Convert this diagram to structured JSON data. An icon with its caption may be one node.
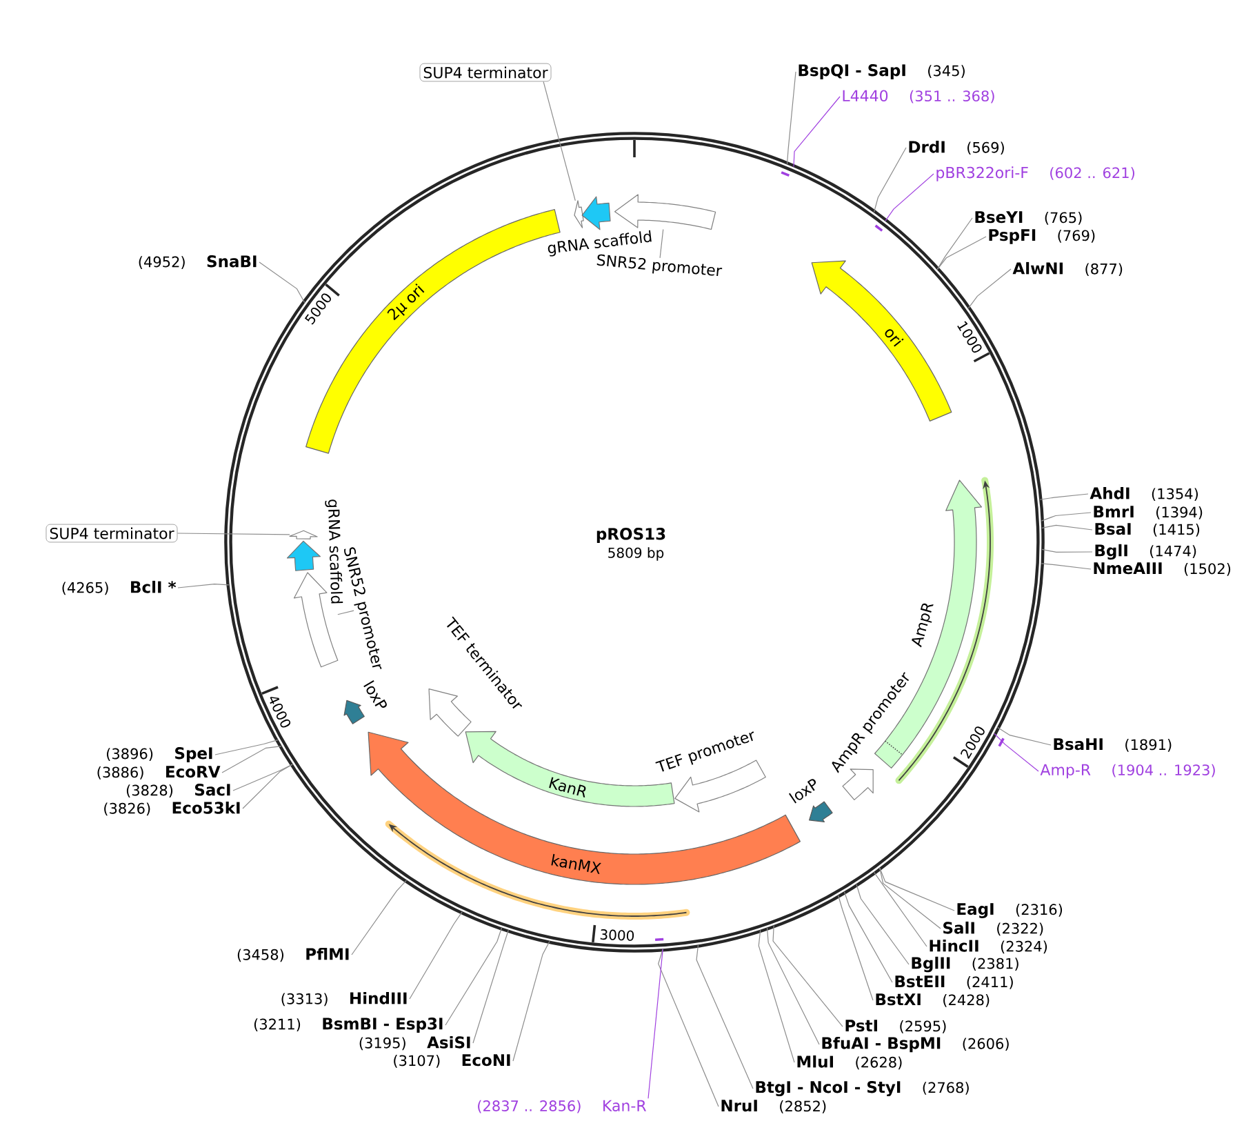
{
  "diagram": {
    "title": "pROS13",
    "nodes": [
      {
        "text": [],
        "shape": "circle"
      },
      {
        "text": [
          "SUP4 terminator"
        ]
      },
      {
        "text": [],
        "shape": "arrow",
        "in": 0
      },
      {
        "text": [
          "gRNA scaffold"
        ],
        "in": 0
      },
      {
        "text": [],
        "shape": "arrow",
        "in": 0
      },
      {
        "text": [
          "SNR52 promoter"
        ],
        "in": 0
      },
      {
        "text": [
          "ori"
        ],
        "in": 0
      },
      {
        "text": [
          "AmpR"
        ],
        "in": 0
      },
      {
        "text": [
          "AmpR promoter"
        ],
        "in": 0
      },
      {
        "text": [
          "loxP"
        ],
        "in": 0
      },
      {
        "text": [
          "TEF promoter"
        ],
        "in": 0
      },
      {
        "text": [
          "KanR"
        ],
        "in": 0
      },
      {
        "text": [
          "kanMX"
        ],
        "in": 0
      },
      {
        "text": [
          "TEF terminator"
        ],
        "in": 0
      },
      {
        "text": [
          "loxP"
        ],
        "in": 0
      },
      {
        "text": [],
        "shape": "arrow",
        "in": 0
      },
      {
        "text": [
          "SNR52 promoter"
        ],
        "in": 0
      },
      {
        "text": [
          "gRNA scaffold"
        ],
        "in": 0
      },
      {
        "text": [],
        "shape": "arrow",
        "in": 0
      },
      {
        "text": [
          "SUP4 terminator"
        ]
      },
      {
        "text": [
          "2μ ori"
        ],
        "in": 0
      },
      {
        "text": [
          "BspQI - SapI",
          "(345)"
        ]
      },
      {
        "text": [
          "L4440",
          "(351 .. 368)"
        ]
      },
      {
        "text": [
          "DrdI",
          "(569)"
        ]
      },
      {
        "text": [
          "pBR322ori-F",
          "(602 .. 621)"
        ]
      },
      {
        "text": [
          "BseYI",
          "(765)"
        ]
      },
      {
        "text": [
          "PspFI",
          "(769)"
        ]
      },
      {
        "text": [
          "AlwNI",
          "(877)"
        ]
      },
      {
        "text": [
          "AhdI",
          "(1354)"
        ]
      },
      {
        "text": [
          "BmrI",
          "(1394)"
        ]
      },
      {
        "text": [
          "BsaI",
          "(1415)"
        ]
      },
      {
        "text": [
          "BglI",
          "(1474)"
        ]
      },
      {
        "text": [
          "NmeAIII",
          "(1502)"
        ]
      },
      {
        "text": [
          "BsaHI",
          "(1891)"
        ]
      },
      {
        "text": [
          "Amp-R",
          "(1904 .. 1923)"
        ]
      },
      {
        "text": [
          "EagI",
          "(2316)"
        ]
      },
      {
        "text": [
          "SalI",
          "(2322)"
        ]
      },
      {
        "text": [
          "HincII",
          "(2324)"
        ]
      },
      {
        "text": [
          "BglII",
          "(2381)"
        ]
      },
      {
        "text": [
          "BstEII",
          "(2411)"
        ]
      },
      {
        "text": [
          "BstXI",
          "(2428)"
        ]
      },
      {
        "text": [
          "PstI",
          "(2595)"
        ]
      },
      {
        "text": [
          "BfuAI - BspMI",
          "(2606)"
        ]
      },
      {
        "text": [
          "MluI",
          "(2628)"
        ]
      },
      {
        "text": [
          "BtgI - NcoI - StyI",
          "(2768)"
        ]
      },
      {
        "text": [
          "NruI",
          "(2852)"
        ]
      },
      {
        "text": [
          "(2837 .. 2856)",
          "Kan-R"
        ]
      },
      {
        "text": [
          "(3107)",
          "EcoNI"
        ]
      },
      {
        "text": [
          "(3195)",
          "AsiSI"
        ]
      },
      {
        "text": [
          "(3211)",
          "BsmBI - Esp3I"
        ]
      },
      {
        "text": [
          "(3313)",
          "HindIII"
        ]
      },
      {
        "text": [
          "(3458)",
          "PflMI"
        ]
      },
      {
        "text": [
          "(3826)",
          "Eco53kI"
        ]
      },
      {
        "text": [
          "(3828)",
          "SacI"
        ]
      },
      {
        "text": [
          "(3886)",
          "EcoRV"
        ]
      },
      {
        "text": [
          "(3896)",
          "SpeI"
        ]
      },
      {
        "text": [
          "(4265)",
          "BclI *"
        ]
      },
      {
        "text": [
          "(4952)",
          "SnaBI"
        ]
      }
    ],
    "edges": [
      {
        "from": 1,
        "to": 2,
        "arrow": "none"
      },
      {
        "from": 5,
        "to": 4,
        "arrow": "none"
      },
      {
        "from": 16,
        "to": 15,
        "arrow": "none"
      },
      {
        "from": 19,
        "to": 18,
        "arrow": "none"
      },
      {
        "from": 21,
        "to": 0,
        "arrow": "none"
      },
      {
        "from": 22,
        "to": 0,
        "arrow": "none",
        "color": "#a040e0"
      },
      {
        "from": 23,
        "to": 0,
        "arrow": "none"
      },
      {
        "from": 24,
        "to": 0,
        "arrow": "none",
        "color": "#a040e0"
      },
      {
        "from": 25,
        "to": 0,
        "arrow": "none"
      },
      {
        "from": 26,
        "to": 0,
        "arrow": "none"
      },
      {
        "from": 27,
        "to": 0,
        "arrow": "none"
      },
      {
        "from": 28,
        "to": 0,
        "arrow": "none"
      },
      {
        "from": 29,
        "to": 0,
        "arrow": "none"
      },
      {
        "from": 30,
        "to": 0,
        "arrow": "none"
      },
      {
        "from": 31,
        "to": 0,
        "arrow": "none"
      },
      {
        "from": 32,
        "to": 0,
        "arrow": "none"
      },
      {
        "from": 33,
        "to": 0,
        "arrow": "none"
      },
      {
        "from": 34,
        "to": 0,
        "arrow": "none",
        "color": "#a040e0"
      },
      {
        "from": 35,
        "to": 0,
        "arrow": "none"
      },
      {
        "from": 36,
        "to": 0,
        "arrow": "none"
      },
      {
        "from": 37,
        "to": 0,
        "arrow": "none"
      },
      {
        "from": 38,
        "to": 0,
        "arrow": "none"
      },
      {
        "from": 39,
        "to": 0,
        "arrow": "none"
      },
      {
        "from": 40,
        "to": 0,
        "arrow": "none"
      },
      {
        "from": 41,
        "to": 0,
        "arrow": "none"
      },
      {
        "from": 42,
        "to": 0,
        "arrow": "none"
      },
      {
        "from": 43,
        "to": 0,
        "arrow": "none"
      },
      {
        "from": 44,
        "to": 0,
        "arrow": "none"
      },
      {
        "from": 45,
        "to": 0,
        "arrow": "none"
      },
      {
        "from": 46,
        "to": 0,
        "arrow": "none",
        "color": "#a040e0"
      },
      {
        "from": 47,
        "to": 0,
        "arrow": "none"
      },
      {
        "from": 48,
        "to": 0,
        "arrow": "none"
      },
      {
        "from": 49,
        "to": 0,
        "arrow": "none"
      },
      {
        "from": 50,
        "to": 0,
        "arrow": "none"
      },
      {
        "from": 51,
        "to": 0,
        "arrow": "none"
      },
      {
        "from": 52,
        "to": 0,
        "arrow": "none"
      },
      {
        "from": 53,
        "to": 0,
        "arrow": "none"
      },
      {
        "from": 54,
        "to": 0,
        "arrow": "none"
      },
      {
        "from": 55,
        "to": 0,
        "arrow": "none"
      },
      {
        "from": 56,
        "to": 0,
        "arrow": "none"
      },
      {
        "from": 57,
        "to": 0,
        "arrow": "none"
      }
    ],
    "labels": [
      "5000",
      "1000",
      "5809 bp",
      "4000",
      "2000",
      "3000"
    ]
  }
}
